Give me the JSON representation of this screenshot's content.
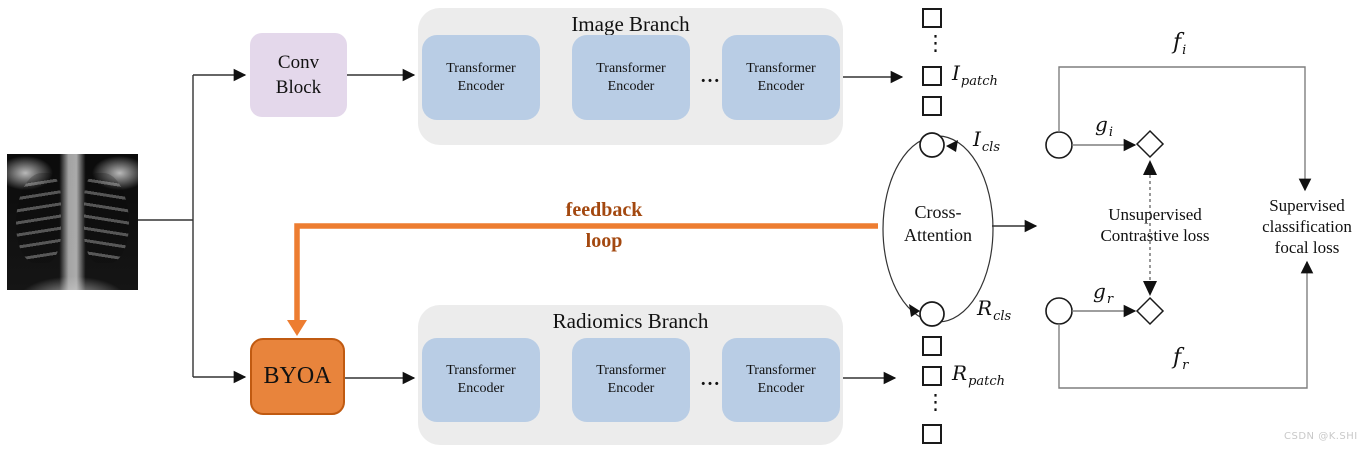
{
  "figure": {
    "conv_block": {
      "line1": "Conv",
      "line2": "Block"
    },
    "byoa": {
      "label": "BYOA"
    },
    "image_branch": {
      "title": "Image Branch",
      "encoders": [
        "Transformer Encoder",
        "Transformer Encoder",
        "Transformer Encoder"
      ],
      "ellipsis": "..."
    },
    "radiomics_branch": {
      "title": "Radiomics Branch",
      "encoders": [
        "Transformer Encoder",
        "Transformer Encoder",
        "Transformer Encoder"
      ],
      "ellipsis": "..."
    },
    "tokens": {
      "vertical_ellipsis": "⋮",
      "i_patch": {
        "base": "I",
        "sub": "patch"
      },
      "i_cls": {
        "base": "I",
        "sub": "cls"
      },
      "r_cls": {
        "base": "R",
        "sub": "cls"
      },
      "r_patch": {
        "base": "R",
        "sub": "patch"
      }
    },
    "cross_attention": {
      "line1": "Cross-",
      "line2": "Attention"
    },
    "feedback": {
      "line1": "feedback",
      "line2": "loop"
    },
    "projections": {
      "g_i": {
        "base": "g",
        "sub": "i"
      },
      "g_r": {
        "base": "g",
        "sub": "r"
      },
      "f_i": {
        "base": "f",
        "sub": "i"
      },
      "f_r": {
        "base": "f",
        "sub": "r"
      }
    },
    "losses": {
      "contrastive": {
        "line1": "Unsupervised",
        "line2": "Contrastive loss"
      },
      "focal": {
        "line1": "Supervised",
        "line2": "classification",
        "line3": "focal loss"
      }
    },
    "watermark": "CSDN @K.SHI",
    "colors": {
      "accent_orange": "#ED7D31",
      "feedback_text": "#A3480F",
      "encoder_blue": "#B9CDE5",
      "conv_lavender": "#E4D8EB",
      "byoa_fill": "#E8843C",
      "byoa_border": "#C05A11",
      "container_gray": "#ECECEC"
    }
  }
}
